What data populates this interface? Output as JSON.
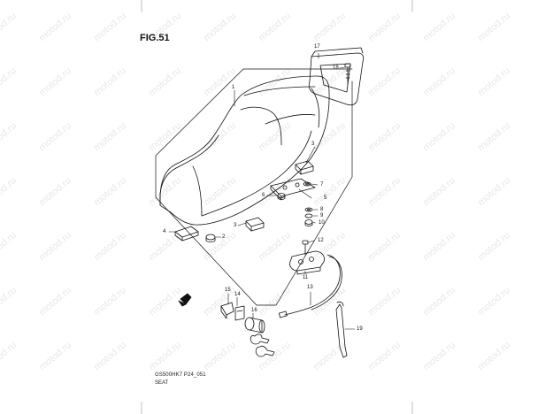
{
  "figure": {
    "title": "FIG.51"
  },
  "footer": {
    "code": "GS500HK7 P24_051",
    "name": "SEAT"
  },
  "watermark": {
    "text": "motod.ru"
  },
  "callouts": [
    {
      "id": "c1",
      "label": "1"
    },
    {
      "id": "c2",
      "label": "2"
    },
    {
      "id": "c3a",
      "label": "3"
    },
    {
      "id": "c3b",
      "label": "3"
    },
    {
      "id": "c4",
      "label": "4"
    },
    {
      "id": "c5",
      "label": "5"
    },
    {
      "id": "c6",
      "label": "6"
    },
    {
      "id": "c7",
      "label": "7"
    },
    {
      "id": "c8",
      "label": "8"
    },
    {
      "id": "c9",
      "label": "9"
    },
    {
      "id": "c10",
      "label": "10"
    },
    {
      "id": "c11",
      "label": "11"
    },
    {
      "id": "c12",
      "label": "12"
    },
    {
      "id": "c13",
      "label": "13"
    },
    {
      "id": "c14",
      "label": "14"
    },
    {
      "id": "c15",
      "label": "15"
    },
    {
      "id": "c16",
      "label": "16"
    },
    {
      "id": "c17",
      "label": "17"
    },
    {
      "id": "c18",
      "label": "18"
    },
    {
      "id": "c19",
      "label": "19"
    }
  ]
}
